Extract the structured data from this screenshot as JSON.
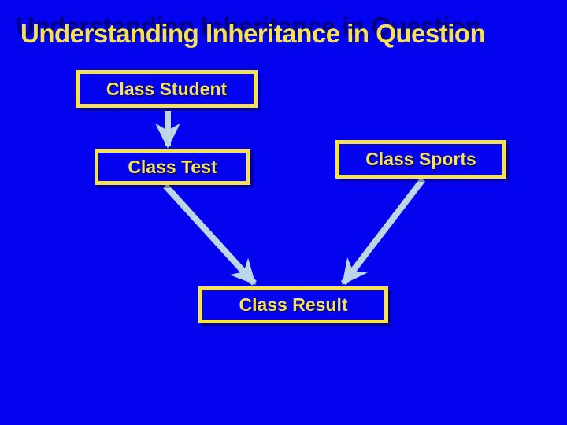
{
  "slide": {
    "title": "Understanding Inheritance in Question",
    "colors": {
      "background": "#0303f0",
      "accent_yellow": "#f6e14f",
      "arrow_blue": "#bcd6e6"
    }
  },
  "diagram": {
    "nodes": [
      {
        "id": "student",
        "label": "Class Student"
      },
      {
        "id": "test",
        "label": "Class Test"
      },
      {
        "id": "sports",
        "label": "Class Sports"
      },
      {
        "id": "result",
        "label": "Class Result"
      }
    ],
    "edges": [
      {
        "from": "student",
        "to": "test"
      },
      {
        "from": "test",
        "to": "result"
      },
      {
        "from": "sports",
        "to": "result"
      }
    ]
  }
}
